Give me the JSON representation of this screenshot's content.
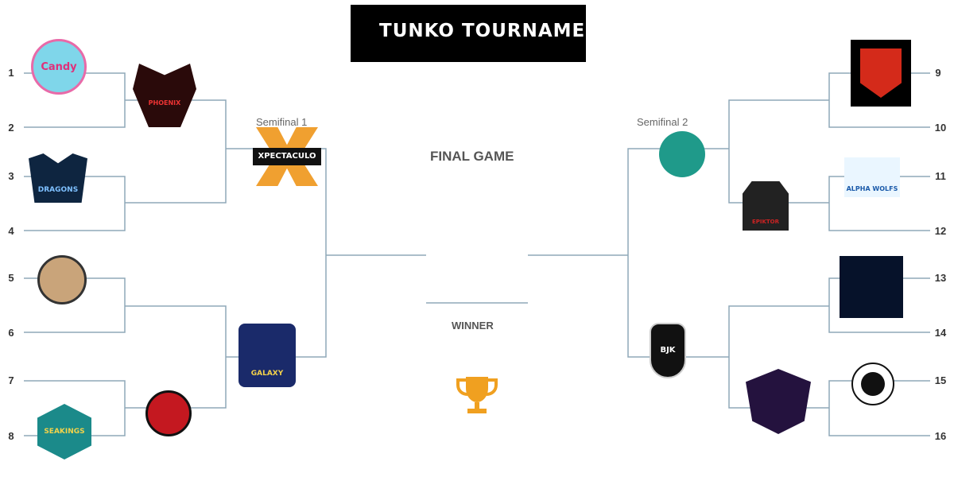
{
  "title": "TUNKO TOURNAMEN",
  "seeds": [
    "1",
    "2",
    "3",
    "4",
    "5",
    "6",
    "7",
    "8",
    "9",
    "10",
    "11",
    "12",
    "13",
    "14",
    "15",
    "16"
  ],
  "labels": {
    "semifinal1": "Semifinal 1",
    "semifinal2": "Semifinal 2",
    "final": "FINAL GAME",
    "winner": "WINNER"
  },
  "logos": {
    "candy": "Candy",
    "phoenix": "PHOENIX",
    "xpectaculo": "XPECTACULO",
    "dragons": "DRAGONS",
    "pirate": "",
    "galaxy": "GALAXY",
    "redteam": "",
    "seakings": "SEAKINGS",
    "alphawolfs": "ALPHA WOLFS",
    "spartan": "EPIKTOR",
    "blue": "",
    "bjk": "BJK"
  },
  "colors": {
    "line": "#8fa8b8",
    "title_bg": "#000000",
    "trophy": "#f0a020"
  },
  "icons": [
    "trophy-icon"
  ]
}
